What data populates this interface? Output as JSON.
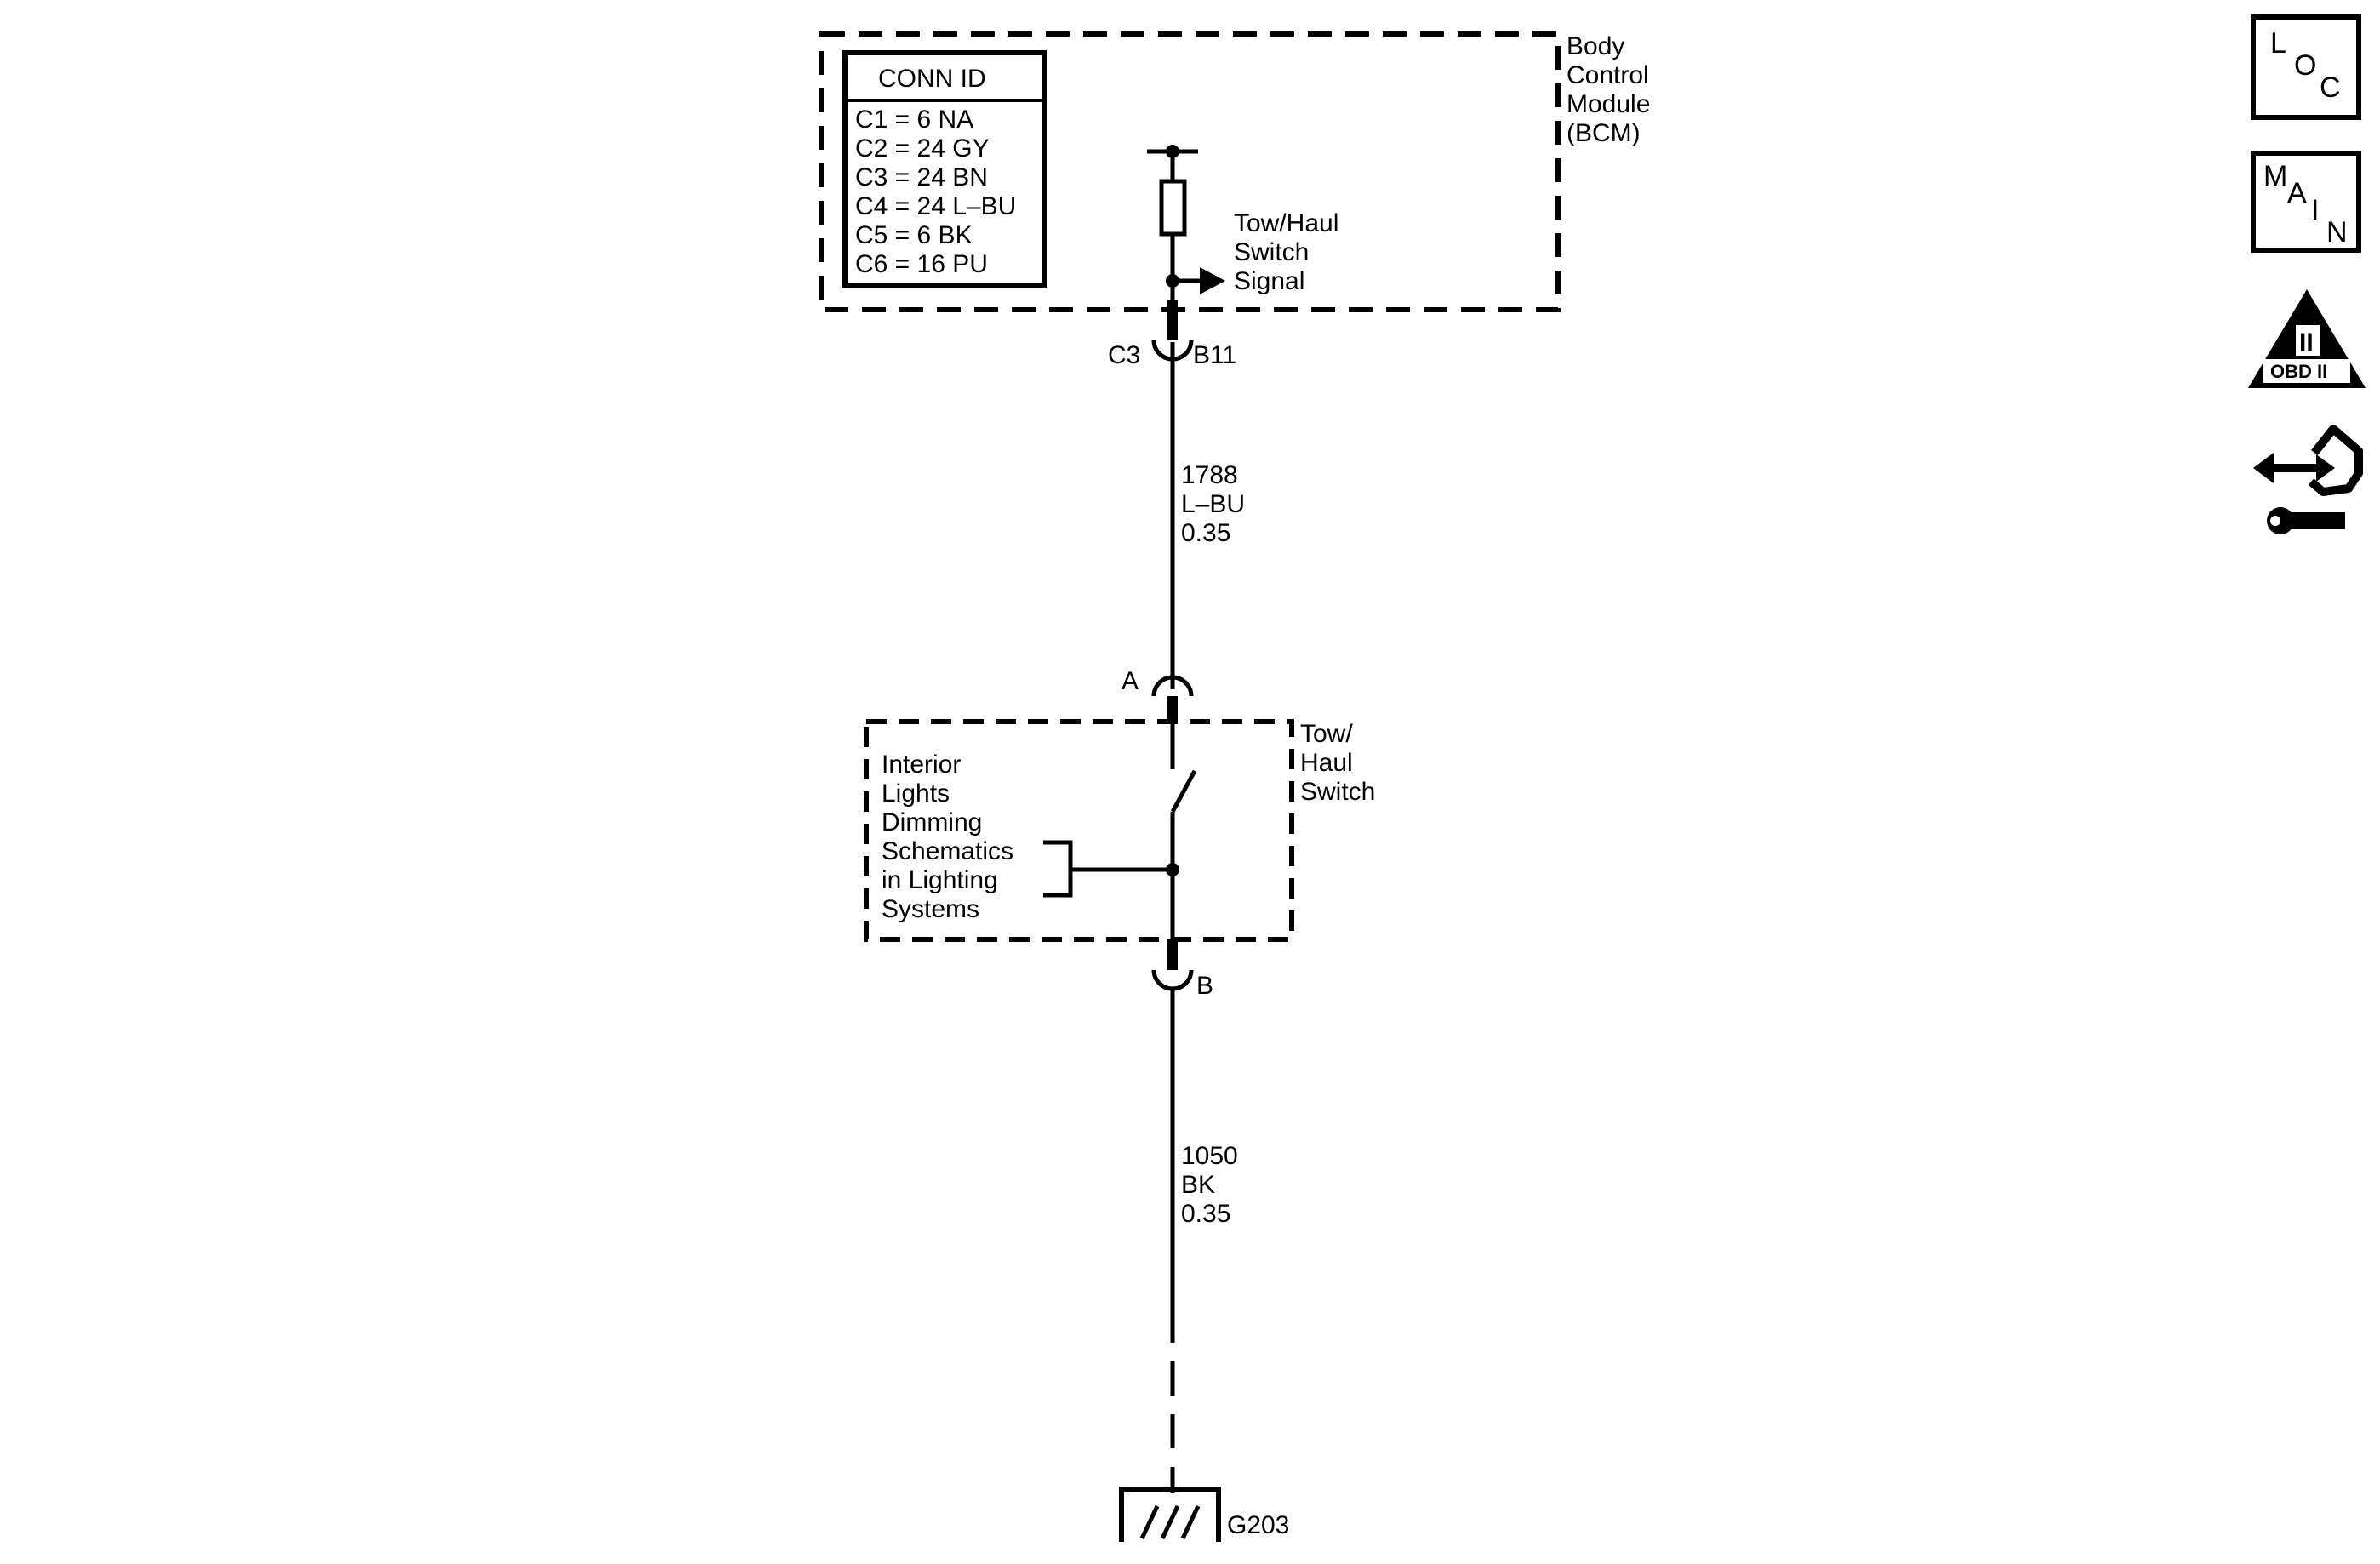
{
  "bcm": {
    "label_lines": [
      "Body",
      "Control",
      "Module",
      "(BCM)"
    ],
    "signal_lines": [
      "Tow/Haul",
      "Switch",
      "Signal"
    ]
  },
  "conn_id": {
    "title": "CONN ID",
    "rows": [
      "C1 = 6 NA",
      "C2 = 24 GY",
      "C3 = 24 BN",
      "C4 = 24 L–BU",
      "C5 = 6 BK",
      "C6 = 16 PU"
    ]
  },
  "connectors": {
    "bcm_connector": "C3",
    "bcm_pin": "B11",
    "switch_pin_a": "A",
    "switch_pin_b": "B"
  },
  "wires": [
    {
      "circuit": "1788",
      "color": "L–BU",
      "gauge": "0.35"
    },
    {
      "circuit": "1050",
      "color": "BK",
      "gauge": "0.35"
    }
  ],
  "tow_haul_switch": {
    "label_lines": [
      "Tow/",
      "Haul",
      "Switch"
    ]
  },
  "dimming_ref": {
    "lines": [
      "Interior",
      "Lights",
      "Dimming",
      "Schematics",
      "in Lighting",
      "Systems"
    ]
  },
  "ground": {
    "label": "G203"
  },
  "nav_icons": {
    "loc": [
      "L",
      "O",
      "C"
    ],
    "main": [
      "M",
      "A",
      "I",
      "N"
    ],
    "obd": {
      "numeral": "II",
      "label": "OBD II"
    },
    "tool": "wrench-arrows-icon"
  }
}
